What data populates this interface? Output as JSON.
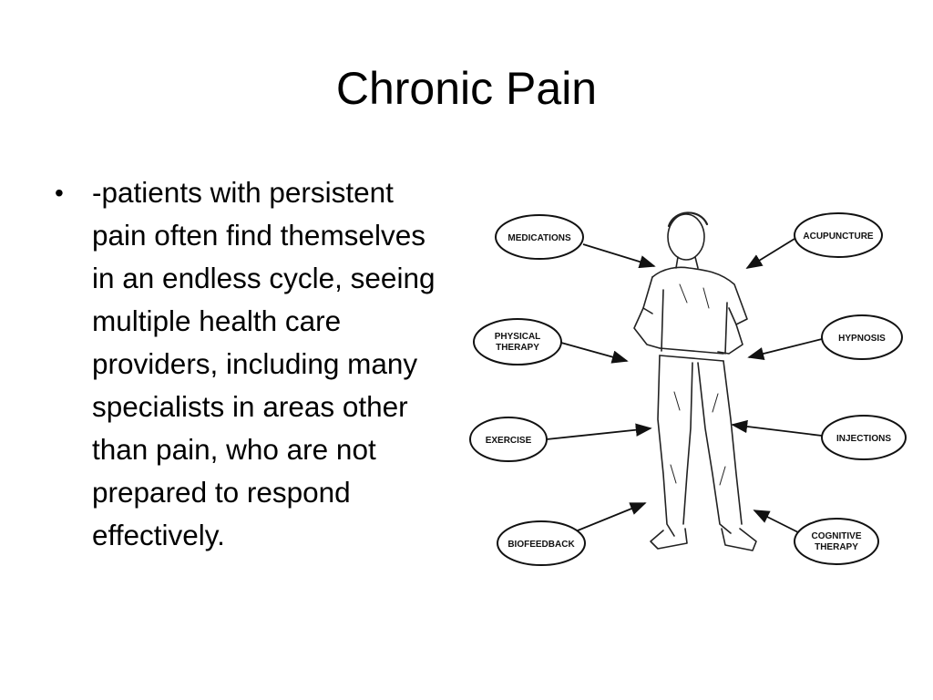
{
  "slide": {
    "title": "Chronic Pain",
    "bullets": [
      "-patients with persistent pain often find themselves in an endless cycle, seeing multiple health care providers, including many specialists in areas other than pain, who are not prepared to respond effectively."
    ]
  },
  "figure": {
    "labels": {
      "medications": "MEDICATIONS",
      "acupuncture": "ACUPUNCTURE",
      "physical_therapy_line1": "PHYSICAL",
      "physical_therapy_line2": "THERAPY",
      "hypnosis": "HYPNOSIS",
      "exercise": "EXERCISE",
      "injections": "INJECTIONS",
      "biofeedback": "BIOFEEDBACK",
      "cognitive_therapy_line1": "COGNITIVE",
      "cognitive_therapy_line2": "THERAPY"
    }
  }
}
